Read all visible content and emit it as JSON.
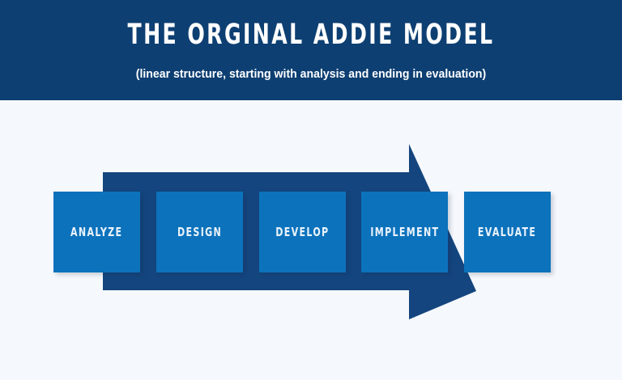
{
  "header": {
    "title": "THE ORGINAL ADDIE MODEL",
    "subtitle": "(linear structure, starting with analysis and ending in evaluation)",
    "background_color": "#0d3f72",
    "text_color": "#ffffff"
  },
  "page": {
    "background_color": "#f5f8fc"
  },
  "diagram": {
    "type": "linear-process-arrow",
    "arrow": {
      "name": "right-arrow-shape",
      "fill_color": "#14457e",
      "direction": "right"
    },
    "accent_color": "#0c72bc",
    "stages": [
      {
        "label": "ANALYZE"
      },
      {
        "label": "DESIGN"
      },
      {
        "label": "DEVELOP"
      },
      {
        "label": "IMPLEMENT"
      },
      {
        "label": "EVALUATE"
      }
    ]
  }
}
